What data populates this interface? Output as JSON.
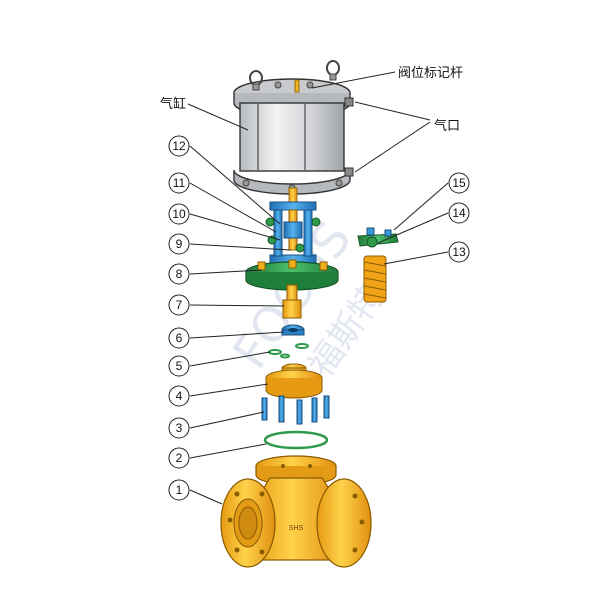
{
  "labels": {
    "valve_stem_marker": "阀位标记杆",
    "cylinder": "气缸",
    "air_port": "气口"
  },
  "parts": [
    {
      "number": "1"
    },
    {
      "number": "2"
    },
    {
      "number": "3"
    },
    {
      "number": "4"
    },
    {
      "number": "5"
    },
    {
      "number": "6"
    },
    {
      "number": "7"
    },
    {
      "number": "8"
    },
    {
      "number": "9"
    },
    {
      "number": "10"
    },
    {
      "number": "11"
    },
    {
      "number": "12"
    },
    {
      "number": "13"
    },
    {
      "number": "14"
    },
    {
      "number": "15"
    }
  ],
  "watermark": "FOCUS 福斯特",
  "body_marking": "SHS",
  "colors": {
    "cylinder": "#d9dadc",
    "blue_parts": "#3a9ad9",
    "green_parts": "#2f9a4a",
    "brass": "#f0b21c",
    "orange_spring": "#f3a317"
  }
}
